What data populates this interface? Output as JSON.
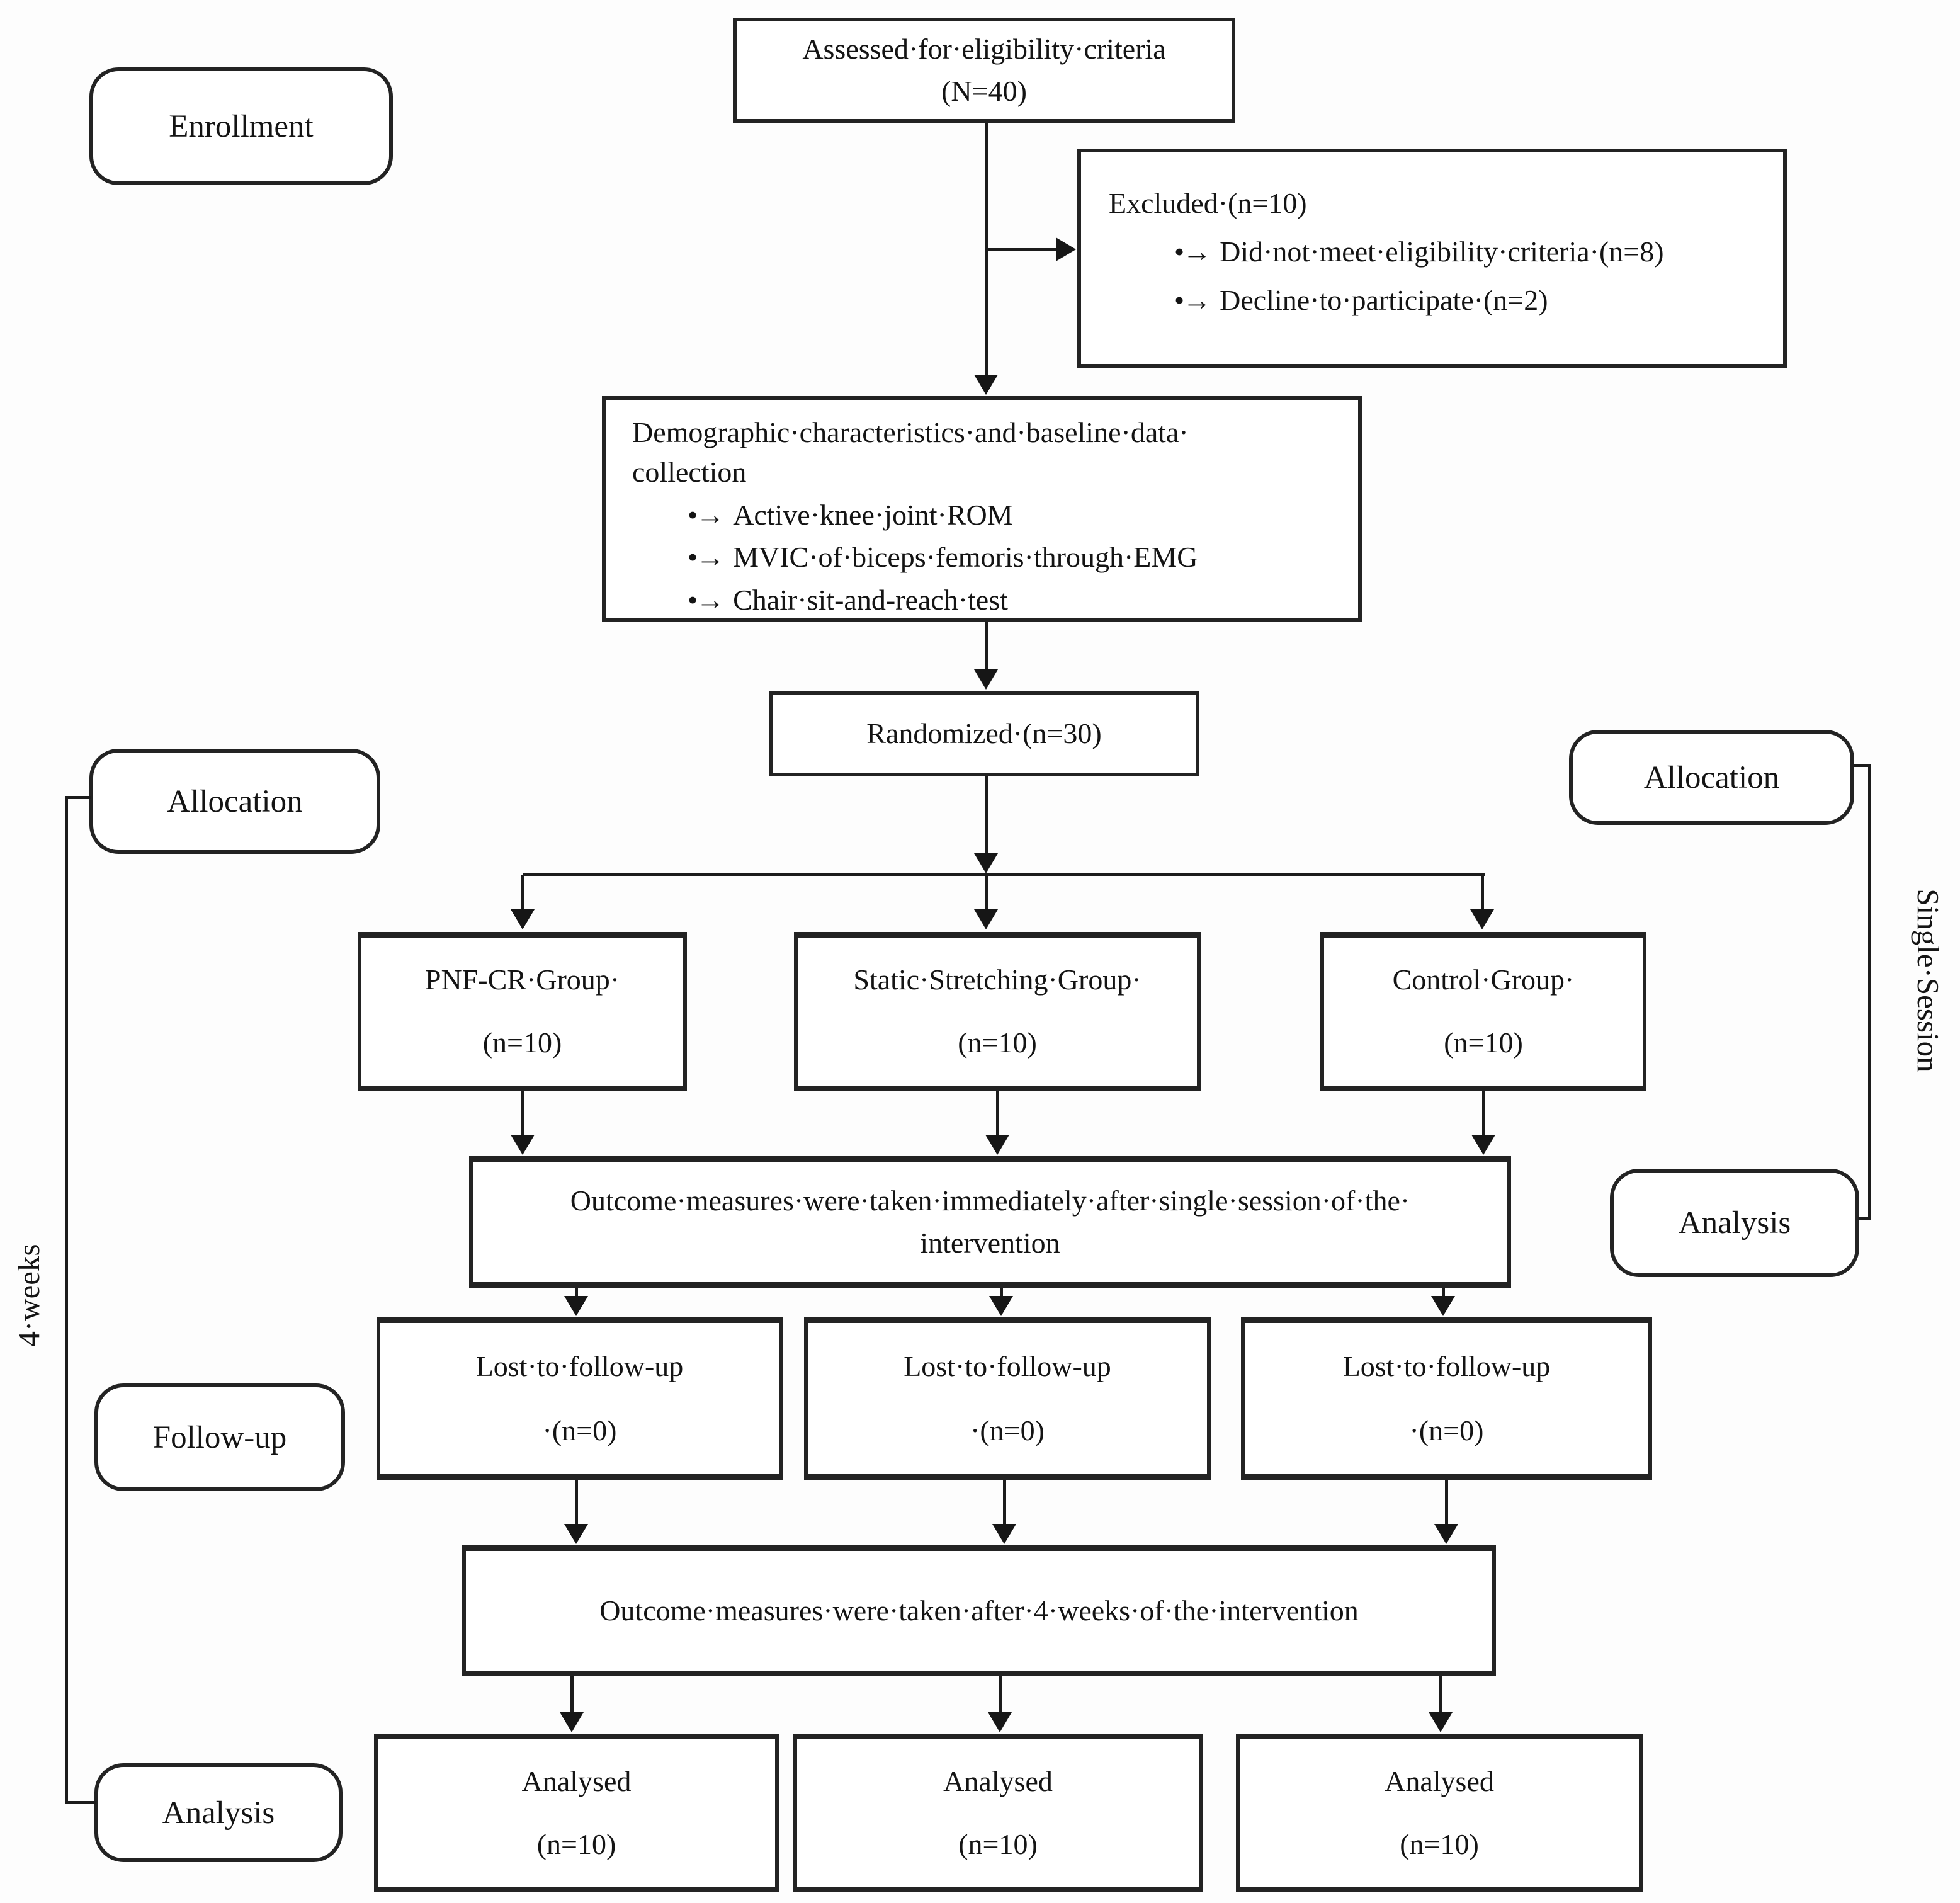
{
  "colors": {
    "ink": "#1c1c1c",
    "background": "#ffffff"
  },
  "bullet_marker": "•→",
  "stages": {
    "enrollment": "Enrollment",
    "allocation_left": "Allocation",
    "allocation_right": "Allocation",
    "analysis_right": "Analysis",
    "follow_up": "Follow-up",
    "analysis_left": "Analysis"
  },
  "side_labels": {
    "left": "4·weeks",
    "right": "Single·Session"
  },
  "boxes": {
    "assessed": {
      "line1": "Assessed·for·eligibility·criteria",
      "line2": "(N=40)"
    },
    "excluded": {
      "title": "Excluded·(n=10)",
      "items": [
        "Did·not·meet·eligibility·criteria·(n=8)",
        "Decline·to·participate·(n=2)"
      ]
    },
    "demographic": {
      "title_line1": "Demographic·characteristics·and·baseline·data·",
      "title_line2": "collection",
      "items": [
        "Active·knee·joint·ROM",
        "MVIC·of·biceps·femoris·through·EMG",
        "Chair·sit-and-reach·test"
      ]
    },
    "randomized": {
      "label": "Randomized·(n=30)"
    },
    "groups": [
      {
        "name": "PNF-CR·Group·",
        "n": "(n=10)"
      },
      {
        "name": "Static·Stretching·Group·",
        "n": "(n=10)"
      },
      {
        "name": "Control·Group·",
        "n": "(n=10)"
      }
    ],
    "outcome_single": {
      "line1": "Outcome·measures·were·taken·immediately·after·single·session·of·the·",
      "line2": "intervention"
    },
    "lost": [
      {
        "line1": "Lost·to·follow-up",
        "line2": "·(n=0)"
      },
      {
        "line1": "Lost·to·follow-up",
        "line2": "·(n=0)"
      },
      {
        "line1": "Lost·to·follow-up",
        "line2": "·(n=0)"
      }
    ],
    "outcome_4weeks": {
      "label": "Outcome·measures·were·taken·after·4·weeks·of·the·intervention"
    },
    "analysed": [
      {
        "line1": "Analysed",
        "line2": "(n=10)"
      },
      {
        "line1": "Analysed",
        "line2": "(n=10)"
      },
      {
        "line1": "Analysed",
        "line2": "(n=10)"
      }
    ]
  }
}
